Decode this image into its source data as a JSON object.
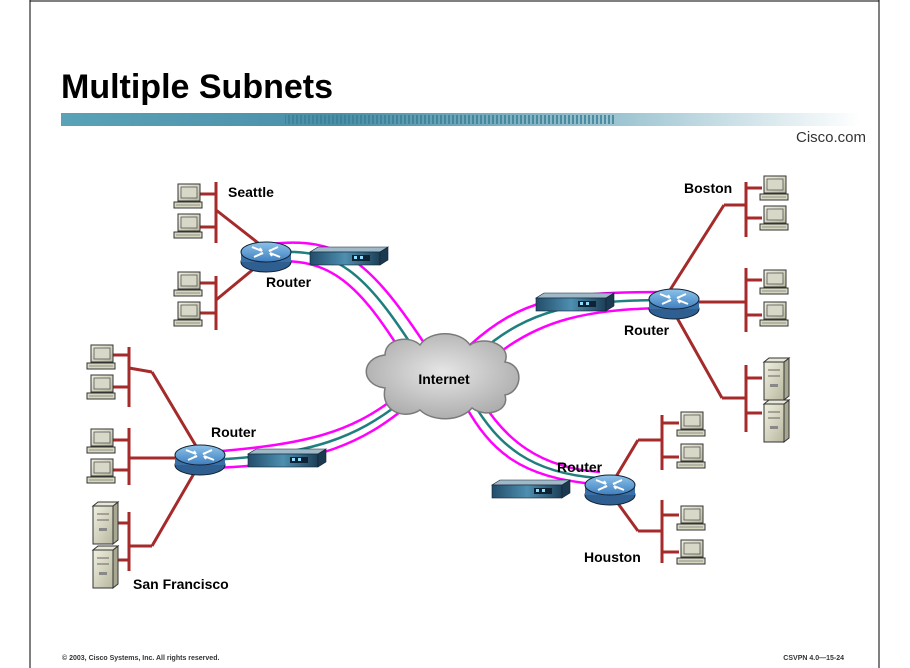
{
  "slide": {
    "title": "Multiple Subnets",
    "brand": "Cisco.com",
    "copyright": "© 2003, Cisco Systems, Inc. All rights reserved.",
    "course_code": "CSVPN 4.0—15-24"
  },
  "diagram": {
    "cloud_label": "Internet",
    "router_label": "Router",
    "sites": {
      "seattle": "Seattle",
      "boston": "Boston",
      "san_francisco": "San Francisco",
      "houston": "Houston"
    }
  },
  "colors": {
    "ethernet": "#a52a2a",
    "tunnel_outer": "#ff00ff",
    "tunnel_inner": "#1f7f7f",
    "router": "#3a78b8",
    "cloud": "#c8c8c8",
    "rule_bar": "#3a8aa6"
  },
  "icons": [
    "router-icon",
    "vpn-concentrator-icon",
    "workstation-icon",
    "server-icon",
    "cloud-icon"
  ]
}
